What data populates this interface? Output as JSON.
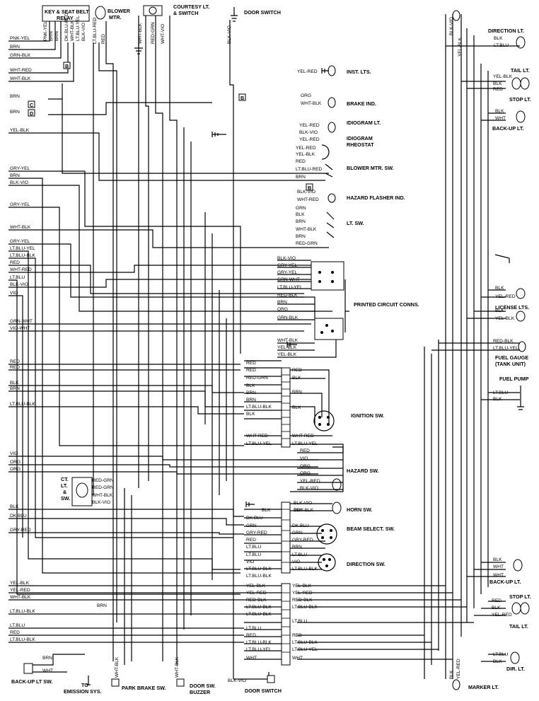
{
  "components": {
    "key_relay": "KEY & SEAT BELT",
    "key_relay2": "RELAY",
    "blower_mtr": "BLOWER",
    "blower_mtr2": "MTR.",
    "courtesy": "COURTESY LT.",
    "courtesy2": "& SWITCH",
    "door_switch_top": "DOOR SWITCH",
    "inst_lts": "INST. LTS.",
    "brake_ind": "BRAKE IND.",
    "idiogram_lt": "IDIOGRAM LT.",
    "idiogram_rheo": "IDIOGRAM",
    "idiogram_rheo2": "RHEOSTAT",
    "blower_sw": "BLOWER MTR. SW.",
    "hazard_ind": "HAZARD FLASHER IND.",
    "lt_sw": "LT. SW.",
    "pcb_conns": "PRINTED CIRCUIT CONNS.",
    "ignition_sw": "IGNITION SW.",
    "hazard_sw": "HAZARD SW.",
    "horn_sw": "HORN SW.",
    "beam_sw": "BEAM SELECT. SW.",
    "direction_sw": "DIRECTION SW.",
    "ct_lt": "CT.",
    "ct_lt2": "LT.",
    "ct_lt3": "&",
    "ct_lt4": "SW.",
    "direction_lt_r": "DIRECTION LT.",
    "tail_lt_r": "TAIL LT.",
    "stop_lt_r": "STOP LT.",
    "backup_lt_r": "BACK-UP LT.",
    "license_lts": "LICENSE LTS.",
    "fuel_gauge": "FUEL GAUGE",
    "fuel_gauge2": "(TANK UNIT)",
    "fuel_pump": "FUEL PUMP",
    "backup_lt_l": "BACK-UP LT.",
    "stop_lt_l": "STOP LT.",
    "tail_lt_l": "TAIL LT.",
    "dir_lt_l": "DIR. LT.",
    "marker_lt": "MARKER LT.",
    "backup_lt_sw": "BACK-UP LT SW.",
    "to_emission": "TO",
    "to_emission2": "EMISSION SYS.",
    "park_brake_sw": "PARK BRAKE SW.",
    "door_sw_buzzer": "DOOR SW.",
    "door_sw_buzzer2": "BUZZER",
    "door_switch_bottom": "DOOR SWITCH"
  },
  "connector_letters": {
    "b1": "B",
    "c": "C",
    "d": "D",
    "b2": "B",
    "b3": "B"
  },
  "left_wires": [
    "PNK-YEL",
    "BRN",
    "GRN-BLK",
    "WHT-RED",
    "WHT-BLK",
    "BRN",
    "BRN",
    "YEL-BLK",
    "GRY-YEL",
    "BRN",
    "BLK-VIO",
    "GRY-YEL",
    "WHT-BLK",
    "GRY-YEL",
    "LT.BLU-YEL",
    "LT.BLU-BLK",
    "RED",
    "WHT-RED",
    "LT.BLU",
    "BLK-VIO",
    "VIO",
    "GRN-WHT",
    "VIO-WHT",
    "RED",
    "RED",
    "BLK",
    "BRN",
    "LT.BLU-BLK",
    "VIO",
    "ORG",
    "ORG",
    "BLK",
    "DK.BLU",
    "GRY-RED",
    "YEL-BLK",
    "YEL-RED",
    "WHT-BLK",
    "LT.BLU-BLK",
    "LT.BLU",
    "RED",
    "LT.BLU-BLK"
  ],
  "relay_top_wires": [
    "PNK-YEL",
    "BRN",
    "BRN",
    "DK.BLU-RED",
    "WHT-BLK",
    "LT.BLU-YEL",
    "BLK-VIO"
  ],
  "top_wires": [
    "LT.BLU-RED",
    "RED",
    "WHT-BLK",
    "RED-GRN",
    "WHT-VIO",
    "BLK-VIO"
  ],
  "inst_wires": [
    "YEL-RED"
  ],
  "brake_wires": [
    "ORG",
    "WHT-BLK"
  ],
  "idiogram_wires": [
    "YEL-RED",
    "BLK-VIO",
    "YEL-RED"
  ],
  "blower_sw_wires": [
    "YEL-RED",
    "YEL-BLK",
    "RED",
    "LT.BLU-RED",
    "BRN"
  ],
  "hazard_ind_wires": [
    "BLK-VIO",
    "WHT-RED"
  ],
  "lt_sw_wires": [
    "GRN",
    "BLK",
    "BRN",
    "WHT-BLK",
    "BRN",
    "RED-GRN"
  ],
  "pcb_wires": [
    "BLK-VIO",
    "GRY-YEL",
    "GRY-YEL",
    "GRN-WHT",
    "LT.BLU-YEL",
    "RED-BLK",
    "BRN",
    "ORG",
    "GRN-BLK",
    "WHT-BLK",
    "YEL-BLK",
    "YEL-BLK"
  ],
  "ign_left_wires": [
    "RED",
    "RED",
    "RED-GRN",
    "BLK",
    "BRN",
    "BRN",
    "LT.BLU-BLK",
    "BLK",
    "WHT-RED",
    "LT.BLU-YEL"
  ],
  "ign_right_wires": [
    "RED",
    "BLK",
    "BRN",
    "BLK",
    "WHT-RED",
    "LT.BLU-YEL"
  ],
  "hazard_wires": [
    "RED",
    "VIO",
    "ORG",
    "ORG",
    "YEL-RED",
    "BLK-VIO"
  ],
  "horn_wires": [
    "BLK-VIO",
    "GRY-BLK",
    "BLK"
  ],
  "beam_left": [
    "DK.BLU",
    "GRN",
    "GRY-RED",
    "RED",
    "LT.BLU"
  ],
  "beam_right": [
    "DK.BLU",
    "GRN",
    "GRY-RED",
    "BRN"
  ],
  "dir_left": [
    "LT.BLU",
    "VIO",
    "LT.BLU-BLK",
    "LT.BLU-BLK"
  ],
  "dir_right": [
    "LT.BLU",
    "VIO",
    "LT.BLU-BLK"
  ],
  "ct_wires": [
    "RED-GRN",
    "RED-GRN",
    "WHT-BLK",
    "BLK-VIO"
  ],
  "lower_left_wires": [
    "YEL-BLK",
    "YEL-RED",
    "RED-BLK",
    "LT.BLU-BLK",
    "LT.BLU-BLK",
    "LT.BLU",
    "RED",
    "LT.BLU-BLK",
    "LT.BLU-YEL",
    "WHT"
  ],
  "lower_right_wires": [
    "YEL-BLK",
    "YEL-RED",
    "RED-BLK",
    "LT.BLU-BLK",
    "LT.BLU",
    "RED",
    "LT.BLU-BLK",
    "LT.BLU-YEL",
    "WHT"
  ],
  "right_wires": {
    "dir_top": [
      "BLK",
      "LT.BLU"
    ],
    "tail_top": [
      "YEL-BLK",
      "BLK",
      "RED"
    ],
    "backup_top": [
      "BLK",
      "WHT"
    ],
    "license": [
      "BLK",
      "YEL-RED",
      "BLK",
      "YEL-BLK"
    ],
    "fuel": [
      "RED-BLK",
      "LT.BLU-YEL"
    ],
    "pump": [
      "LT.BLU",
      "BLK"
    ],
    "backup_bot": [
      "BLK",
      "WHT",
      "WHT"
    ],
    "stop_bot": [
      "RED",
      "BLK",
      "YEL-RED"
    ],
    "dir_bot": [
      "LT.BLU",
      "BLK"
    ],
    "vertical": [
      "BLK-VIO",
      "YEL-BLK",
      "BLK",
      "YEL-RED"
    ]
  },
  "bottom_wires": [
    "BRN",
    "WHT",
    "BRN",
    "WHT-BLK",
    "WHT-BLK",
    "BLK-VIO"
  ]
}
